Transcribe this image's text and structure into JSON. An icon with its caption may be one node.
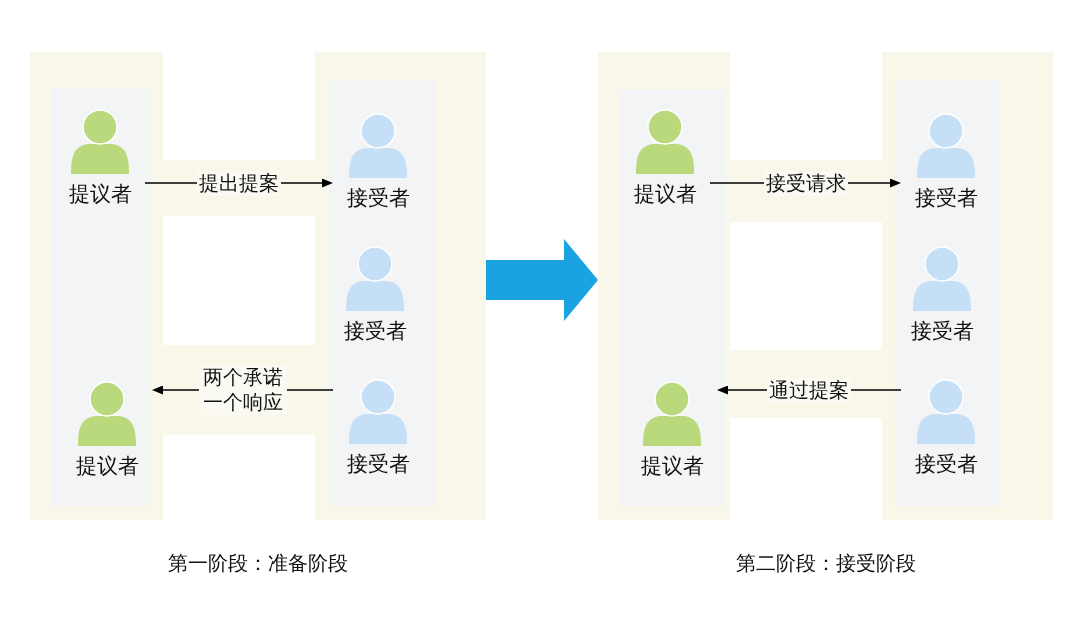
{
  "diagram": {
    "nodes": [
      {
        "text": [
          "第一阶段：准备阶段"
        ]
      },
      {
        "text": [
          "提议者"
        ],
        "in": 0
      },
      {
        "text": [
          "接受者"
        ],
        "in": 0
      },
      {
        "text": [
          "接受者"
        ],
        "in": 0
      },
      {
        "text": [
          "提议者"
        ],
        "in": 0
      },
      {
        "text": [
          "接受者"
        ],
        "in": 0
      },
      {
        "text": [
          "第二阶段：接受阶段"
        ]
      },
      {
        "text": [
          "提议者"
        ],
        "in": 6
      },
      {
        "text": [
          "接受者"
        ],
        "in": 6
      },
      {
        "text": [
          "接受者"
        ],
        "in": 6
      },
      {
        "text": [
          "提议者"
        ],
        "in": 6
      },
      {
        "text": [
          "接受者"
        ],
        "in": 6
      }
    ],
    "edges": [
      {
        "from": 1,
        "to": 2,
        "arrow": "to",
        "label": "提出提案"
      },
      {
        "from": 5,
        "to": 4,
        "arrow": "to",
        "label": "两个承诺一个响应"
      },
      {
        "from": 7,
        "to": 8,
        "arrow": "to",
        "label": "接受请求"
      },
      {
        "from": 11,
        "to": 10,
        "arrow": "to",
        "label": "通过提案"
      },
      {
        "from": 0,
        "to": 6,
        "arrow": "to",
        "style": "thick",
        "color": "#1aa3e0"
      }
    ]
  }
}
